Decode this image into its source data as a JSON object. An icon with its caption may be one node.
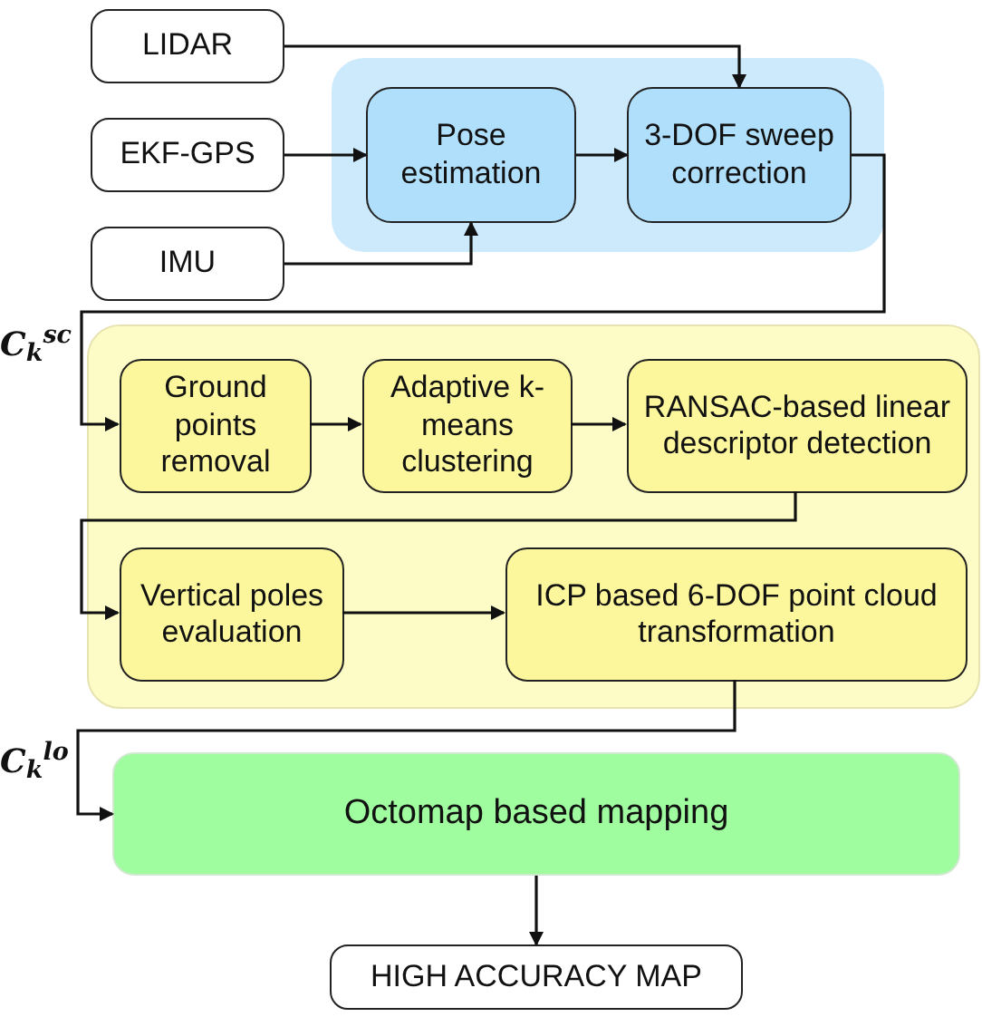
{
  "diagram": {
    "nodes": [
      {
        "text": [
          "LIDAR"
        ]
      },
      {
        "text": [
          "EKF-GPS"
        ]
      },
      {
        "text": [
          "IMU"
        ]
      },
      {
        "text": [],
        "shape": "box"
      },
      {
        "text": [
          "Pose estimation"
        ],
        "in": 3
      },
      {
        "text": [
          "3-DOF sweep correction"
        ],
        "in": 3
      },
      {
        "text": [],
        "shape": "box"
      },
      {
        "text": [
          "Ground points removal"
        ],
        "in": 6
      },
      {
        "text": [
          "Adaptive k-means clustering"
        ],
        "in": 6
      },
      {
        "text": [
          "RANSAC-based linear descriptor detection"
        ],
        "in": 6
      },
      {
        "text": [
          "Vertical poles evaluation"
        ],
        "in": 6
      },
      {
        "text": [
          "ICP based 6-DOF point cloud transformation"
        ],
        "in": 6
      },
      {
        "text": [
          "Octomap based mapping"
        ]
      },
      {
        "text": [
          "HIGH ACCURACY MAP"
        ]
      }
    ],
    "edges": [
      {
        "from": 0,
        "to": 5,
        "arrow": "to"
      },
      {
        "from": 1,
        "to": 4,
        "arrow": "to"
      },
      {
        "from": 2,
        "to": 4,
        "arrow": "to"
      },
      {
        "from": 4,
        "to": 5,
        "arrow": "to"
      },
      {
        "from": 5,
        "to": 7,
        "arrow": "to",
        "label": "C$_{k}$$^{sc}$"
      },
      {
        "from": 7,
        "to": 8,
        "arrow": "to"
      },
      {
        "from": 8,
        "to": 9,
        "arrow": "to"
      },
      {
        "from": 9,
        "to": 10,
        "arrow": "to"
      },
      {
        "from": 10,
        "to": 11,
        "arrow": "to"
      },
      {
        "from": 11,
        "to": 12,
        "arrow": "to",
        "label": "C$_{k}$$^{lo}$"
      },
      {
        "from": 12,
        "to": 13,
        "arrow": "to"
      }
    ]
  }
}
